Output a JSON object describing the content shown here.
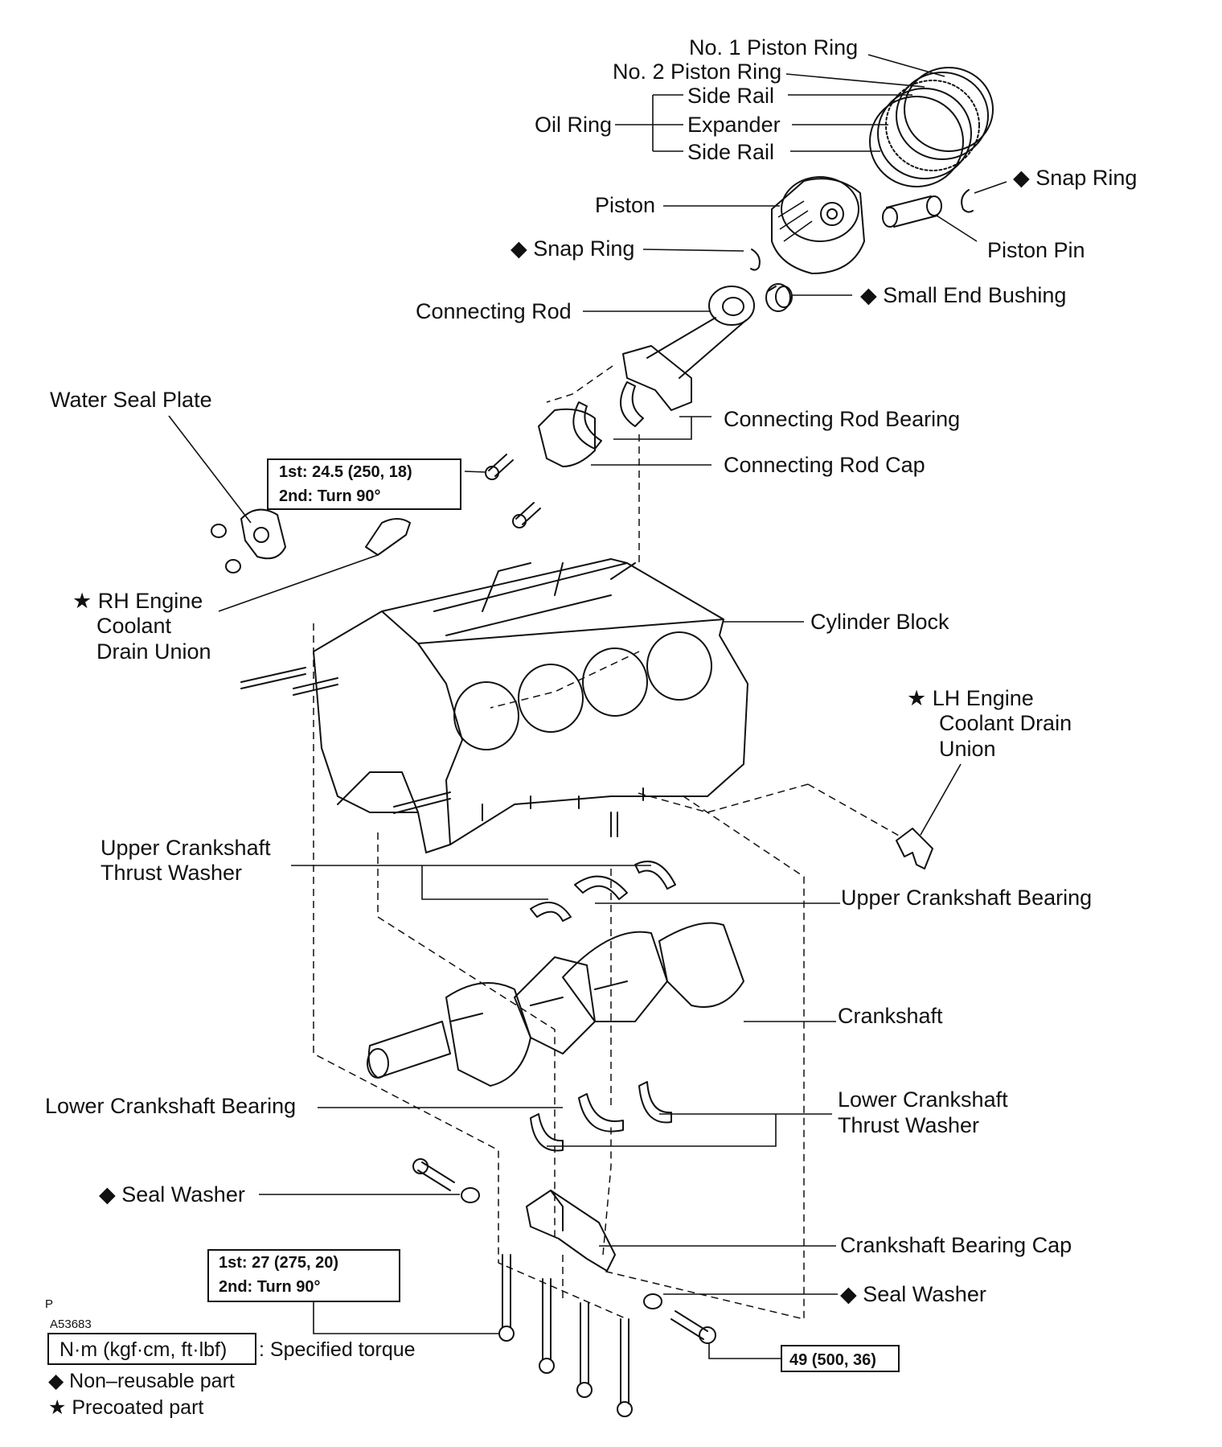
{
  "labels": {
    "no1_piston_ring": "No. 1 Piston Ring",
    "no2_piston_ring": "No. 2 Piston Ring",
    "side_rail_top": "Side Rail",
    "oil_ring": "Oil Ring",
    "expander": "Expander",
    "side_rail_bottom": "Side Rail",
    "snap_ring_right": "◆ Snap Ring",
    "piston": "Piston",
    "snap_ring_left": "◆ Snap Ring",
    "piston_pin": "Piston Pin",
    "connecting_rod": "Connecting Rod",
    "small_end_bushing": "◆ Small End Bushing",
    "water_seal_plate": "Water Seal Plate",
    "connecting_rod_bearing": "Connecting Rod Bearing",
    "connecting_rod_cap": "Connecting Rod Cap",
    "rh_drain_union_line1": "★ RH Engine",
    "rh_drain_union_line2": "Coolant",
    "rh_drain_union_line3": "Drain Union",
    "cylinder_block": "Cylinder Block",
    "lh_drain_union_line1": "★  LH Engine",
    "lh_drain_union_line2": "Coolant Drain",
    "lh_drain_union_line3": "Union",
    "upper_thrust_washer_line1": "Upper Crankshaft",
    "upper_thrust_washer_line2": "Thrust Washer",
    "upper_crankshaft_bearing": "Upper Crankshaft Bearing",
    "crankshaft": "Crankshaft",
    "lower_crankshaft_bearing": "Lower Crankshaft Bearing",
    "lower_thrust_washer_line1": "Lower Crankshaft",
    "lower_thrust_washer_line2": "Thrust Washer",
    "seal_washer_left": "◆ Seal Washer",
    "crankshaft_bearing_cap": "Crankshaft Bearing Cap",
    "seal_washer_right": "◆ Seal Washer"
  },
  "torque": {
    "rod_cap_line1": "1st: 24.5 (250, 18)",
    "rod_cap_line2": "2nd: Turn 90°",
    "main_cap_line1": "1st: 27 (275, 20)",
    "main_cap_line2": "2nd: Turn 90°",
    "side_bolt": "49 (500, 36)"
  },
  "figure": {
    "code_letter": "P",
    "code_number": "A53683"
  },
  "legend": {
    "torque_unit": "N·m (kgf·cm, ft·lbf)",
    "torque_desc": ": Specified torque",
    "non_reusable": "◆ Non–reusable part",
    "precoated": "★ Precoated part"
  }
}
